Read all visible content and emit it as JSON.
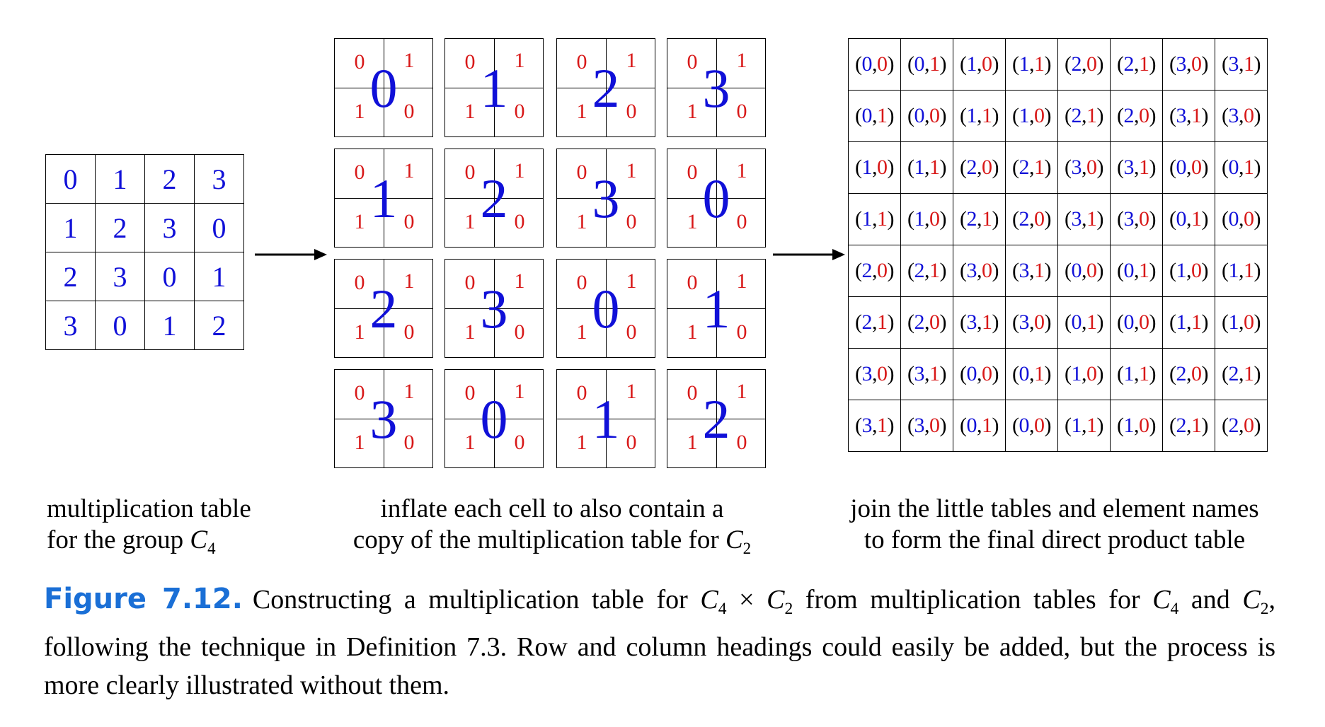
{
  "c4_table": [
    [
      "0",
      "1",
      "2",
      "3"
    ],
    [
      "1",
      "2",
      "3",
      "0"
    ],
    [
      "2",
      "3",
      "0",
      "1"
    ],
    [
      "3",
      "0",
      "1",
      "2"
    ]
  ],
  "c2_table": [
    [
      "0",
      "1"
    ],
    [
      "1",
      "0"
    ]
  ],
  "inflated_big": [
    [
      "0",
      "1",
      "2",
      "3"
    ],
    [
      "1",
      "2",
      "3",
      "0"
    ],
    [
      "2",
      "3",
      "0",
      "1"
    ],
    [
      "3",
      "0",
      "1",
      "2"
    ]
  ],
  "product_table": [
    [
      [
        "0",
        "0"
      ],
      [
        "0",
        "1"
      ],
      [
        "1",
        "0"
      ],
      [
        "1",
        "1"
      ],
      [
        "2",
        "0"
      ],
      [
        "2",
        "1"
      ],
      [
        "3",
        "0"
      ],
      [
        "3",
        "1"
      ]
    ],
    [
      [
        "0",
        "1"
      ],
      [
        "0",
        "0"
      ],
      [
        "1",
        "1"
      ],
      [
        "1",
        "0"
      ],
      [
        "2",
        "1"
      ],
      [
        "2",
        "0"
      ],
      [
        "3",
        "1"
      ],
      [
        "3",
        "0"
      ]
    ],
    [
      [
        "1",
        "0"
      ],
      [
        "1",
        "1"
      ],
      [
        "2",
        "0"
      ],
      [
        "2",
        "1"
      ],
      [
        "3",
        "0"
      ],
      [
        "3",
        "1"
      ],
      [
        "0",
        "0"
      ],
      [
        "0",
        "1"
      ]
    ],
    [
      [
        "1",
        "1"
      ],
      [
        "1",
        "0"
      ],
      [
        "2",
        "1"
      ],
      [
        "2",
        "0"
      ],
      [
        "3",
        "1"
      ],
      [
        "3",
        "0"
      ],
      [
        "0",
        "1"
      ],
      [
        "0",
        "0"
      ]
    ],
    [
      [
        "2",
        "0"
      ],
      [
        "2",
        "1"
      ],
      [
        "3",
        "0"
      ],
      [
        "3",
        "1"
      ],
      [
        "0",
        "0"
      ],
      [
        "0",
        "1"
      ],
      [
        "1",
        "0"
      ],
      [
        "1",
        "1"
      ]
    ],
    [
      [
        "2",
        "1"
      ],
      [
        "2",
        "0"
      ],
      [
        "3",
        "1"
      ],
      [
        "3",
        "0"
      ],
      [
        "0",
        "1"
      ],
      [
        "0",
        "0"
      ],
      [
        "1",
        "1"
      ],
      [
        "1",
        "0"
      ]
    ],
    [
      [
        "3",
        "0"
      ],
      [
        "3",
        "1"
      ],
      [
        "0",
        "0"
      ],
      [
        "0",
        "1"
      ],
      [
        "1",
        "0"
      ],
      [
        "1",
        "1"
      ],
      [
        "2",
        "0"
      ],
      [
        "2",
        "1"
      ]
    ],
    [
      [
        "3",
        "1"
      ],
      [
        "3",
        "0"
      ],
      [
        "0",
        "1"
      ],
      [
        "0",
        "0"
      ],
      [
        "1",
        "1"
      ],
      [
        "1",
        "0"
      ],
      [
        "2",
        "1"
      ],
      [
        "2",
        "0"
      ]
    ]
  ],
  "captions": {
    "left_line1": "multiplication table",
    "left_line2_prefix": "for the group ",
    "left_group": "C",
    "left_group_sub": "4",
    "mid_line1": "inflate each cell to also contain a",
    "mid_line2_prefix": "copy of the multiplication table for ",
    "mid_group": "C",
    "mid_group_sub": "2",
    "right_line1": "join the little tables and element names",
    "right_line2": "to form the final direct product table"
  },
  "figure": {
    "label": "Figure 7.12.",
    "text_a": "Constructing a multiplication table for ",
    "g1": "C",
    "g1_sub": "4",
    "times": " × ",
    "g2": "C",
    "g2_sub": "2",
    "text_b": " from multiplication tables for ",
    "g3": "C",
    "g3_sub": "4",
    "text_c": " and ",
    "g4": "C",
    "g4_sub": "2",
    "text_d": ", following the technique in Definition 7.3. Row and column headings could easily be added, but the process is more clearly illustrated without them."
  },
  "colors": {
    "blue": "#1010d8",
    "red": "#d81818",
    "label_blue": "#1a6fd6"
  }
}
